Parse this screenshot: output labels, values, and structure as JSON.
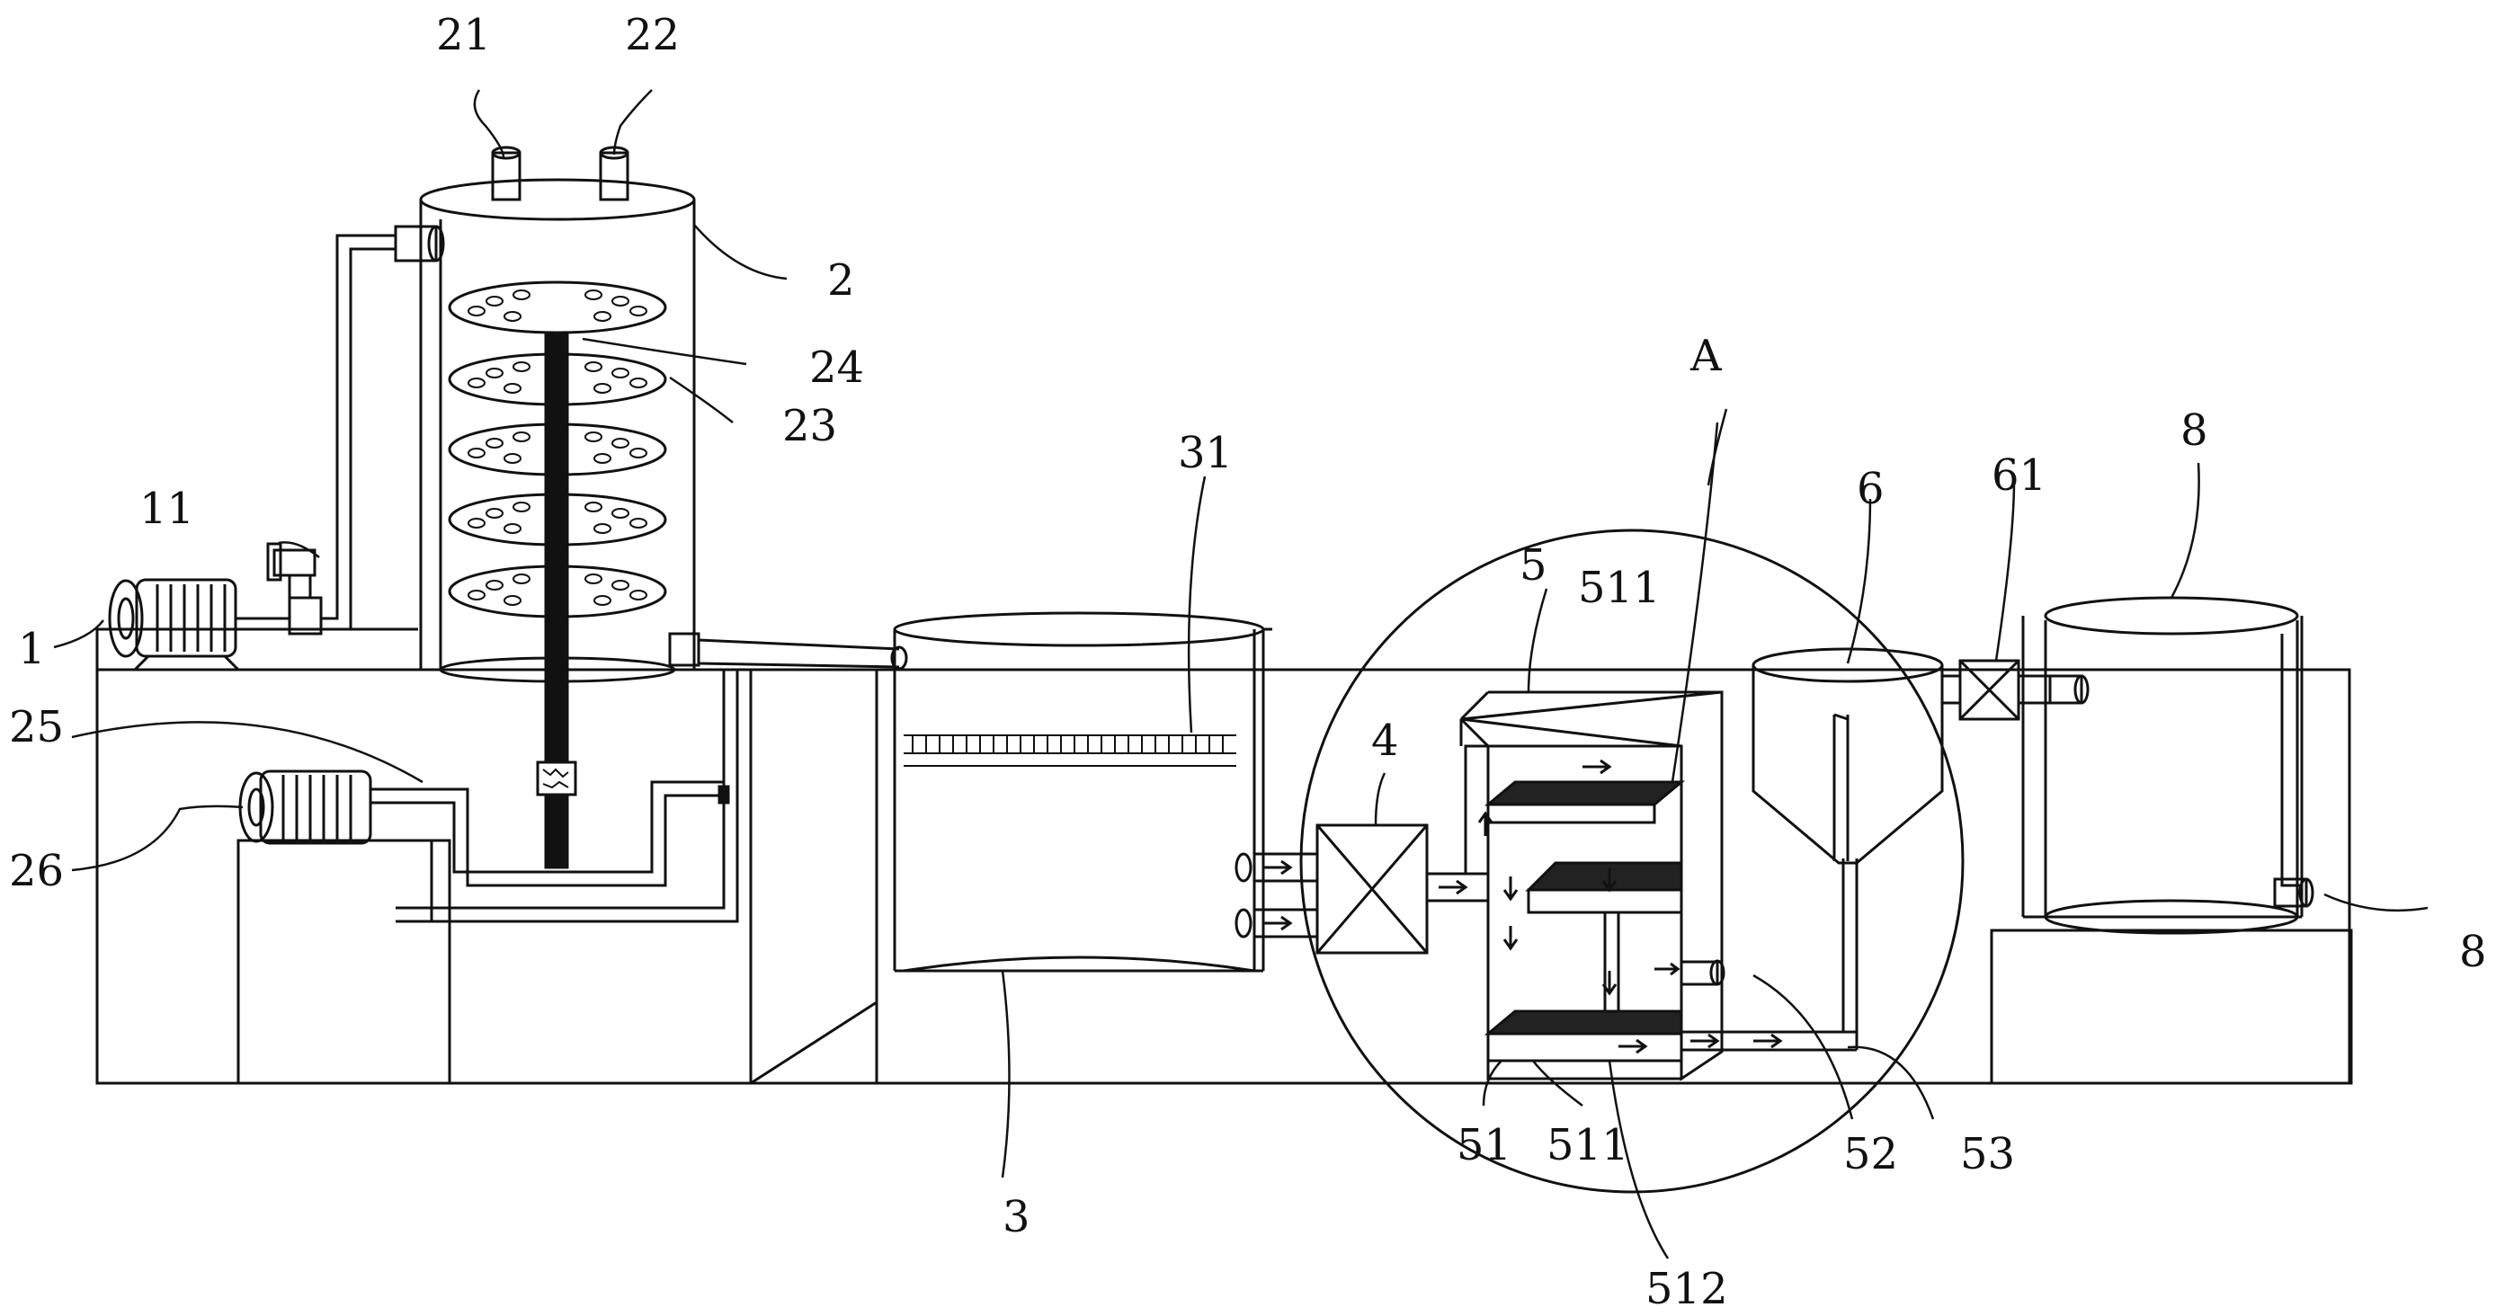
{
  "labels": {
    "motor_1": "1",
    "inlet_11": "11",
    "tower_2": "2",
    "port_21": "21",
    "port_22": "22",
    "plate_23": "23",
    "shaft_24": "24",
    "pipe_25": "25",
    "pump_26": "26",
    "tank_3": "3",
    "screen_31": "31",
    "filter_4": "4",
    "box_5": "5",
    "tray_51": "51",
    "mesh_511_top": "511",
    "mesh_511_bottom": "511",
    "baffle_512": "512",
    "outlet_52": "52",
    "pipe_53": "53",
    "funnel_6": "6",
    "valve_61": "61",
    "tank_8_top": "8",
    "tank_8_side": "8",
    "detail_A": "A"
  }
}
